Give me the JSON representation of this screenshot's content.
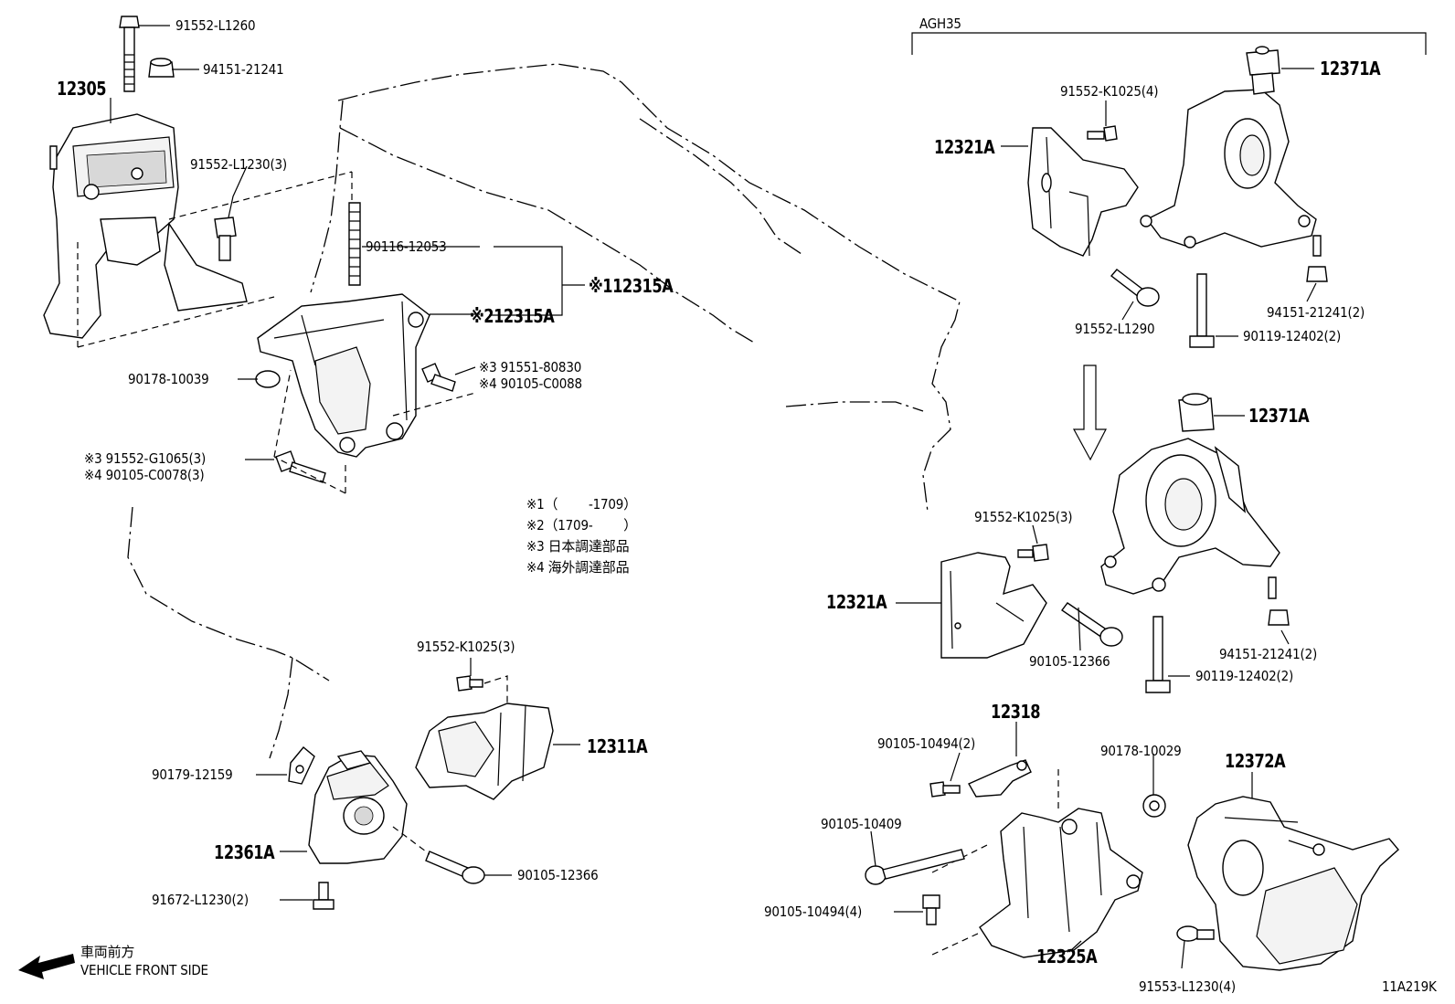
{
  "variant_label": "AGH35",
  "diagram_id": "11A219K",
  "front_side": {
    "jp": "車両前方",
    "en": "VEHICLE FRONT SIDE"
  },
  "notes": [
    {
      "id": "n1",
      "text": "※1（　　 -1709）"
    },
    {
      "id": "n2",
      "text": "※2（1709-　　 ）"
    },
    {
      "id": "n3",
      "text": "※3 日本調達部品"
    },
    {
      "id": "n4",
      "text": "※4 海外調達部品"
    }
  ],
  "left_top": {
    "p12305": "12305",
    "p91552_L1260": "91552-L1260",
    "p94151_21241": "94151-21241",
    "p91552_L1230_3": "91552-L1230(3)",
    "p90116_12053": "90116-12053",
    "p12315A_1": "※112315A",
    "p12315A_2": "※212315A",
    "p91551_80830": "※3 91551-80830",
    "p90105_C0088": "※4 90105-C0088",
    "p90178_10039": "90178-10039",
    "p91552_G1065": "※3 91552-G1065(3)",
    "p90105_C0078": "※4 90105-C0078(3)"
  },
  "left_bottom": {
    "p91552_K1025_3": "91552-K1025(3)",
    "p12311A": "12311A",
    "p90179_12159": "90179-12159",
    "p12361A": "12361A",
    "p90105_12366": "90105-12366",
    "p91672_L1230_2": "91672-L1230(2)"
  },
  "right_top": {
    "p12371A_a": "12371A",
    "p91552_K1025_4": "91552-K1025(4)",
    "p12321A_a": "12321A",
    "p91552_L1290": "91552-L1290",
    "p94151_21241_2a": "94151-21241(2)",
    "p90119_12402_2a": "90119-12402(2)"
  },
  "right_mid": {
    "p12371A_b": "12371A",
    "p91552_K1025_3b": "91552-K1025(3)",
    "p12321A_b": "12321A",
    "p90105_12366b": "90105-12366",
    "p94151_21241_2b": "94151-21241(2)",
    "p90119_12402_2b": "90119-12402(2)"
  },
  "right_bottom": {
    "p12318": "12318",
    "p90105_10494_2": "90105-10494(2)",
    "p90178_10029": "90178-10029",
    "p12372A": "12372A",
    "p90105_10409": "90105-10409",
    "p90105_10494_4": "90105-10494(4)",
    "p12325A": "12325A",
    "p91553_L1230_4": "91553-L1230(4)"
  }
}
